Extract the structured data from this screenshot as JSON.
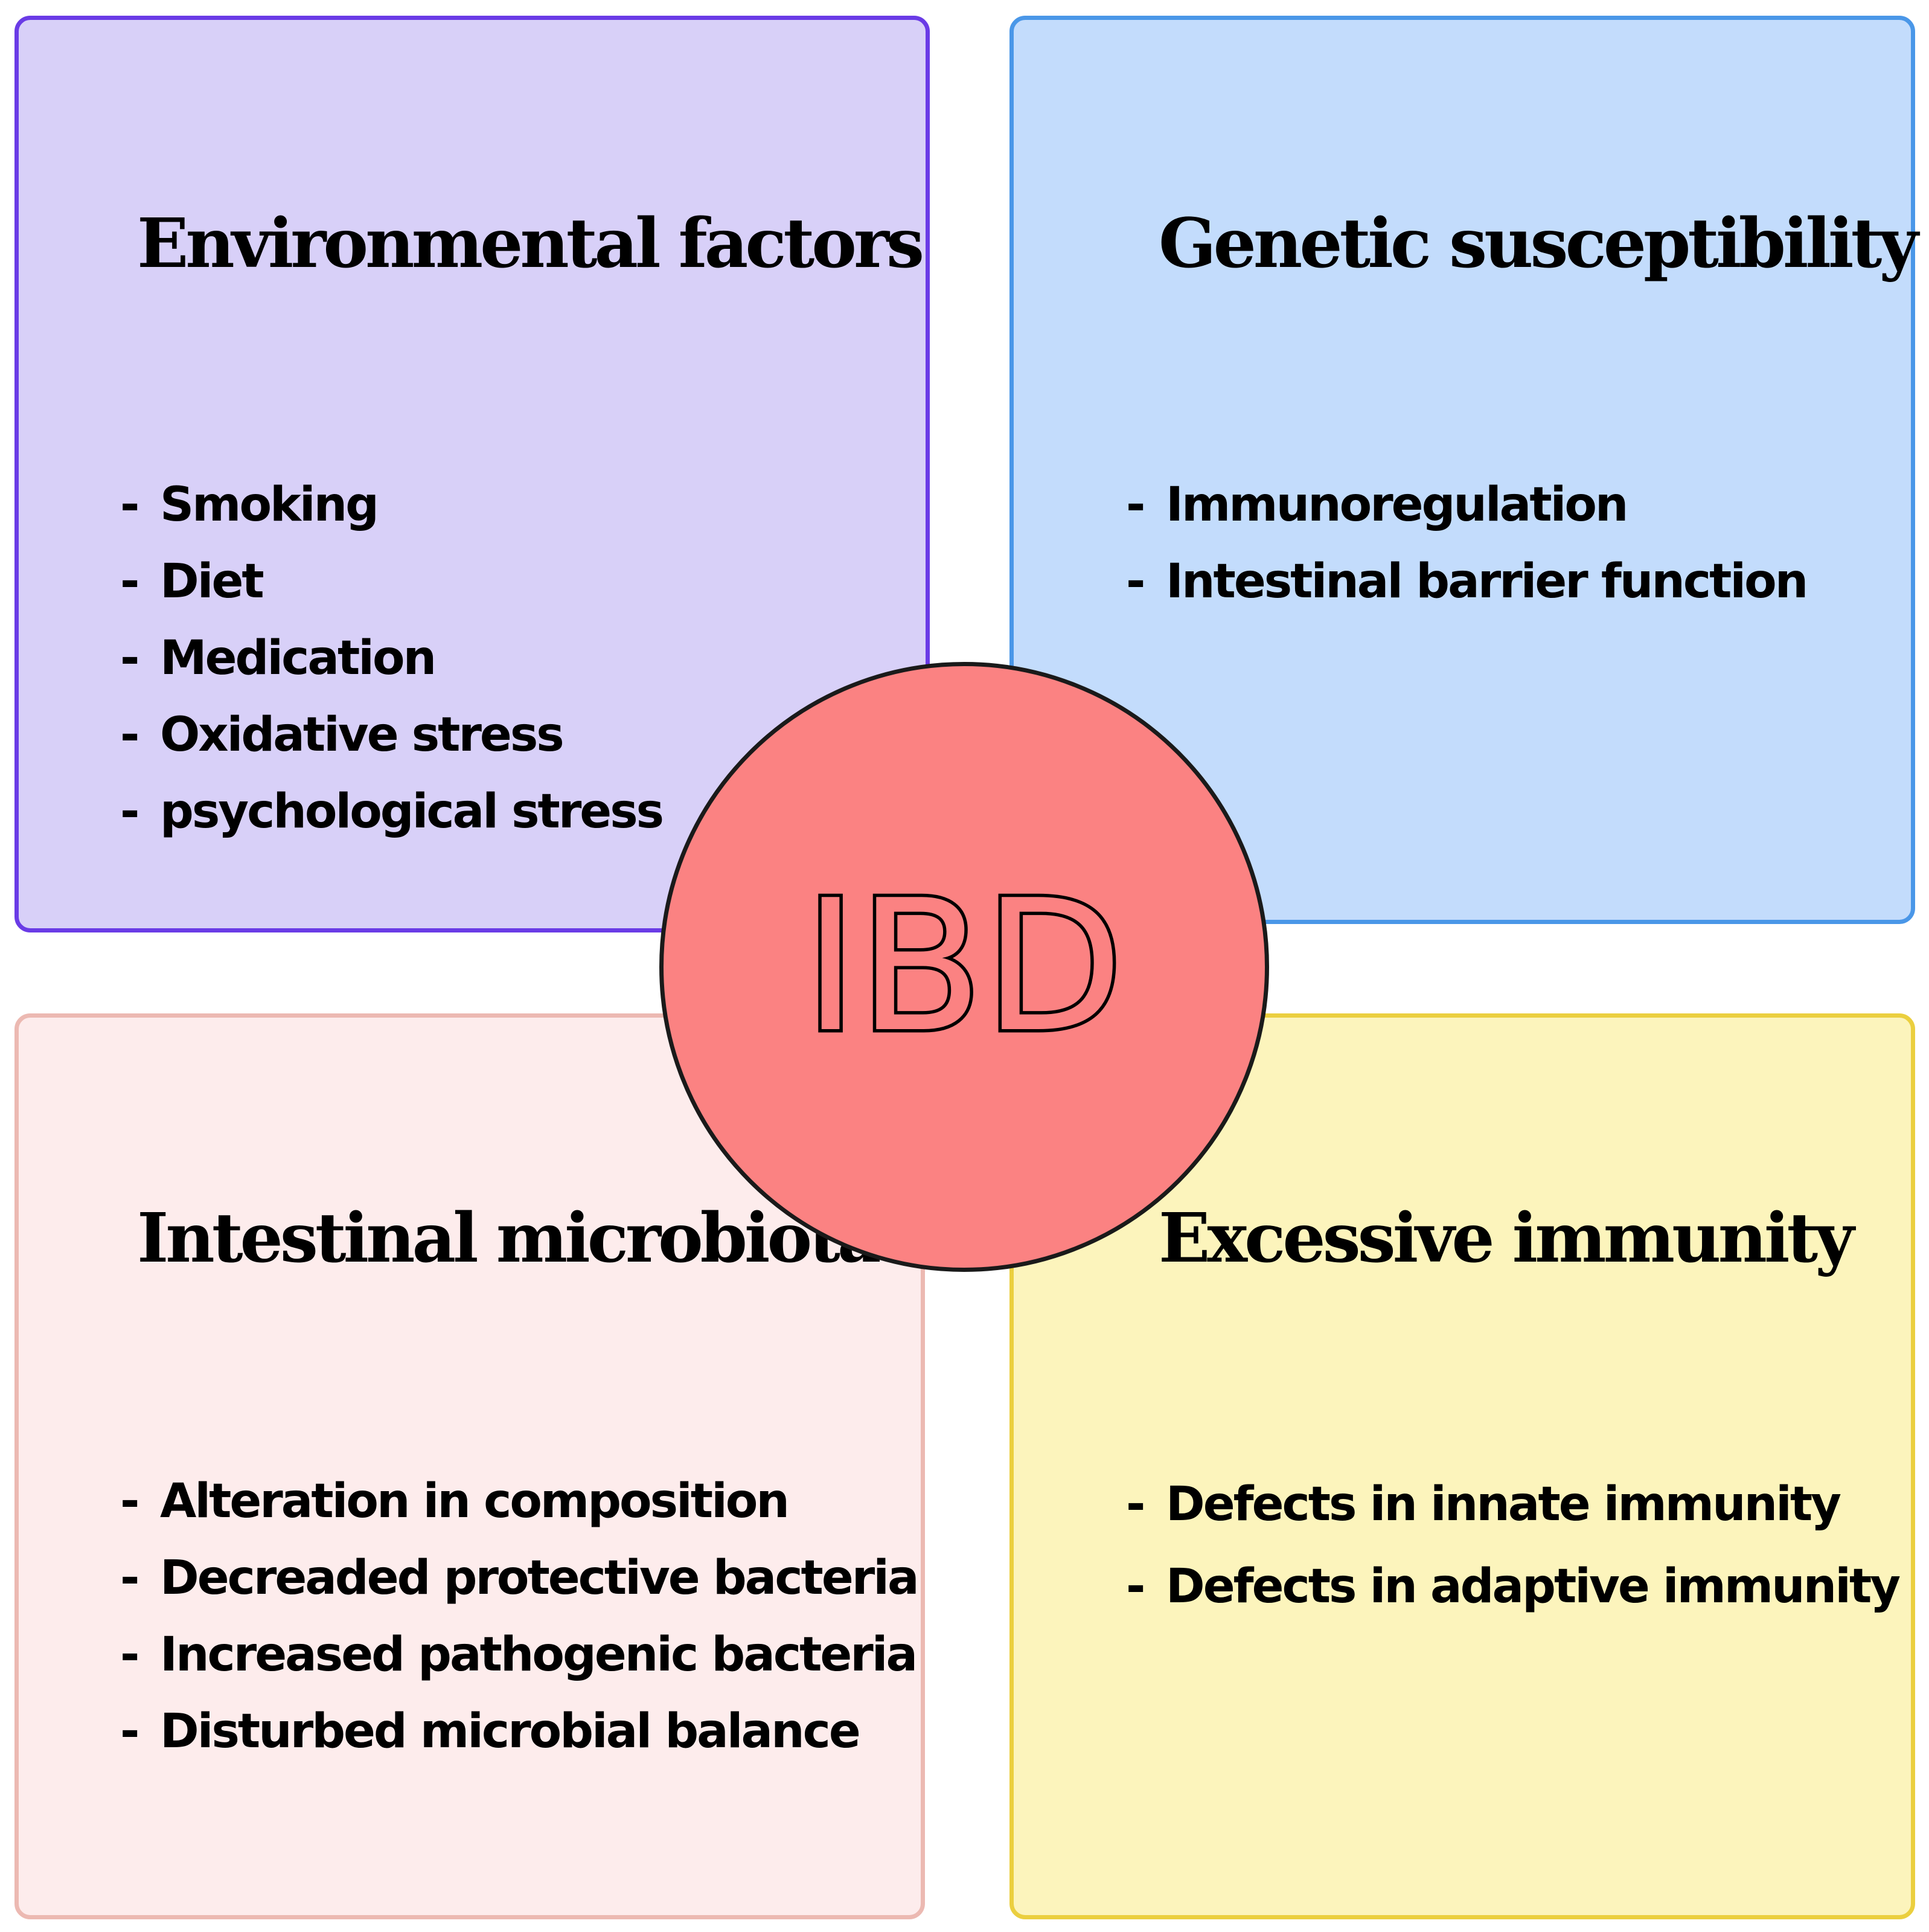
{
  "center": {
    "label": "IBD",
    "fill": "#fb8282",
    "border": "#1a1a1a"
  },
  "panels": {
    "environmental": {
      "title": "Environmental factors",
      "fill": "#d8d0f8",
      "border": "#6a3be6",
      "items": [
        "Smoking",
        "Diet",
        "Medication",
        "Oxidative stress",
        "psychological stress"
      ]
    },
    "genetic": {
      "title": "Genetic susceptibility",
      "fill": "#c3dcfc",
      "border": "#4a97e8",
      "items": [
        "Immunoregulation",
        "Intestinal barrier function"
      ]
    },
    "microbiota": {
      "title": "Intestinal microbiota",
      "fill": "#fdecec",
      "border": "#ecb9b2",
      "items": [
        "Alteration in composition",
        "Decreaded protective bacteria",
        "Increased pathogenic bacteria",
        "Disturbed microbial balance"
      ]
    },
    "immunity": {
      "title": "Excessive immunity",
      "fill": "#fcf4bc",
      "border": "#ebcf3f",
      "items": [
        "Defects in innate immunity",
        "Defects in adaptive immunity"
      ]
    }
  }
}
